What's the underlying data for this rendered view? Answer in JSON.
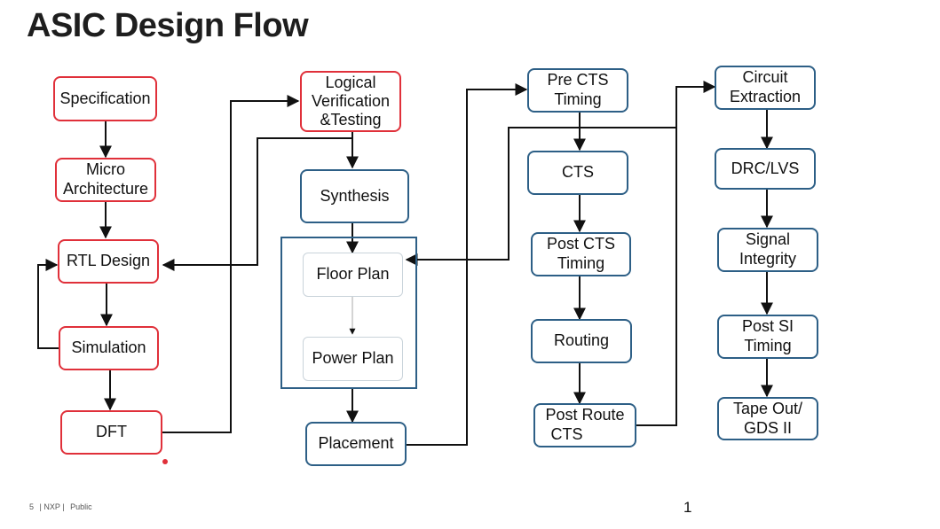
{
  "title": "ASIC Design Flow",
  "colors": {
    "red_border": "#e0303a",
    "blue_border": "#2d5f86",
    "arrow": "#111111"
  },
  "column1": {
    "specification": "Specification",
    "micro_architecture_1": "Micro",
    "micro_architecture_2": "Architecture",
    "rtl_design": "RTL Design",
    "simulation": "Simulation",
    "dft": "DFT"
  },
  "column2": {
    "logical_verification_1": "Logical",
    "logical_verification_2": "Verification",
    "logical_verification_3": "&Testing",
    "synthesis": "Synthesis",
    "floor_plan": "Floor Plan",
    "power_plan": "Power Plan",
    "placement": "Placement"
  },
  "column3": {
    "pre_cts_timing_1": "Pre CTS",
    "pre_cts_timing_2": "Timing",
    "cts": "CTS",
    "post_cts_timing_1": "Post CTS",
    "post_cts_timing_2": "Timing",
    "routing": "Routing",
    "post_route_cts_1": "Post Route",
    "post_route_cts_2": "CTS"
  },
  "column4": {
    "circuit_extraction_1": "Circuit",
    "circuit_extraction_2": "Extraction",
    "drc_lvs": "DRC/LVS",
    "signal_integrity_1": "Signal",
    "signal_integrity_2": "Integrity",
    "post_si_timing_1": "Post SI",
    "post_si_timing_2": "Timing",
    "tape_out_1": "Tape Out/",
    "tape_out_2": "GDS II"
  },
  "footer": {
    "slide_number": "5",
    "company": "| NXP |",
    "classification": "Public",
    "page_number": "1"
  }
}
